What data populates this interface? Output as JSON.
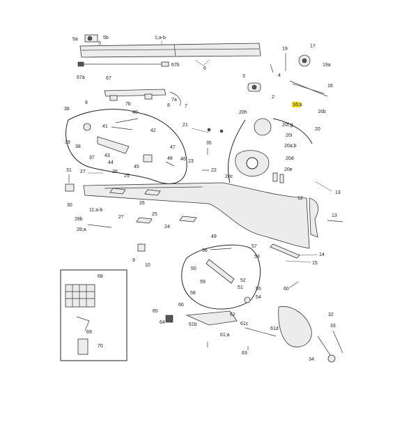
{
  "diagram": {
    "accent_color": "#f5e100",
    "labels": {
      "l5a": "5a",
      "l5b": "5b",
      "l5": "5",
      "l1ab": "1;a-b",
      "l67b": "67b",
      "l6": "6",
      "l67a": "67a",
      "l67": "67",
      "l19": "19",
      "l17": "17",
      "l19a": "19a",
      "l3": "3",
      "l4": "4",
      "l2": "2",
      "l18": "18",
      "l16a": "16;a",
      "l16b": "16b",
      "l8a": "8",
      "l7b": "7b",
      "l7a": "7a",
      "l8b": "8",
      "l7": "7",
      "l36": "36",
      "l40": "40",
      "l41": "41",
      "l42": "42",
      "l39": "39",
      "l38": "38",
      "l43": "43",
      "l37": "37",
      "l44": "44",
      "l45": "45",
      "l47": "47",
      "l46": "46",
      "l48": "48",
      "l20h": "20h",
      "l20fg": "20f;g",
      "l20i": "20i",
      "l20": "20",
      "l20ab": "20a;b",
      "l20d": "20d",
      "l20e": "20e",
      "l20c": "20c",
      "l21": "21",
      "l35": "35",
      "l23": "23",
      "l22": "22",
      "l31": "31",
      "l27a": "27",
      "l26a": "26",
      "l25a": "25",
      "l30": "30",
      "l11ab": "11;a-b",
      "l26b": "26",
      "l25b": "25",
      "l27b": "27",
      "l28b": "28b",
      "l28a": "28;a",
      "l24": "24",
      "l13a": "13",
      "l12": "12",
      "l13b": "13",
      "l14": "14",
      "l15": "15",
      "l49": "49",
      "l56": "56",
      "l57": "57",
      "l53": "53",
      "l50": "50",
      "l52": "52",
      "l59": "59",
      "l51": "51",
      "l55": "55",
      "l58": "58",
      "l54": "54",
      "l9": "9",
      "l10": "10",
      "l60": "60",
      "l68": "68",
      "l69": "69",
      "l70": "70",
      "l65": "65",
      "l66": "66",
      "l64": "64",
      "l62": "62",
      "l61b": "61b",
      "l61c": "61c",
      "l61d": "61d",
      "l61a": "61;a",
      "l63": "63",
      "l32": "32",
      "l33": "33",
      "l34": "34"
    }
  }
}
